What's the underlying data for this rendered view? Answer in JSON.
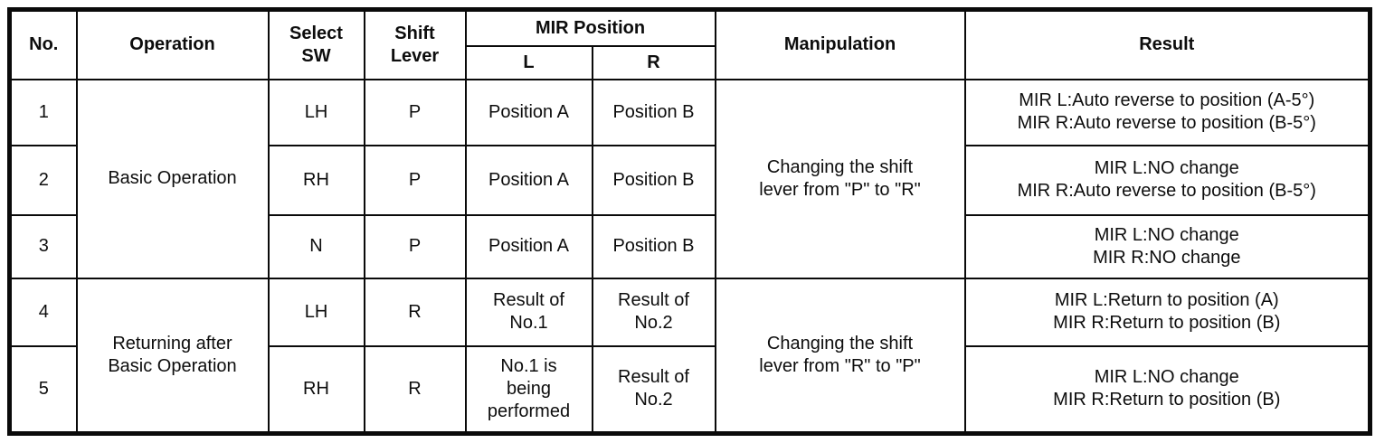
{
  "table": {
    "title_semantic": "MIR auto reverse operation table",
    "headers": {
      "no": "No.",
      "operation": "Operation",
      "select_sw": "Select\nSW",
      "shift_lever": "Shift\nLever",
      "mir_position": "MIR Position",
      "mir_l": "L",
      "mir_r": "R",
      "manipulation": "Manipulation",
      "result": "Result"
    },
    "groups": [
      {
        "operation": "Basic Operation",
        "manipulation": "Changing the shift\nlever from \"P\" to \"R\""
      },
      {
        "operation": "Returning after\nBasic Operation",
        "manipulation": "Changing the shift\nlever from \"R\" to \"P\""
      }
    ],
    "rows": [
      {
        "no": "1",
        "select_sw": "LH",
        "shift_lever": "P",
        "mir_l": "Position A",
        "mir_r": "Position B",
        "result": "MIR L:Auto reverse to position (A-5°)\nMIR R:Auto reverse to position (B-5°)"
      },
      {
        "no": "2",
        "select_sw": "RH",
        "shift_lever": "P",
        "mir_l": "Position A",
        "mir_r": "Position B",
        "result": "MIR L:NO change\nMIR R:Auto reverse to position (B-5°)"
      },
      {
        "no": "3",
        "select_sw": "N",
        "shift_lever": "P",
        "mir_l": "Position A",
        "mir_r": "Position B",
        "result": "MIR L:NO change\nMIR R:NO change"
      },
      {
        "no": "4",
        "select_sw": "LH",
        "shift_lever": "R",
        "mir_l": "Result of\nNo.1",
        "mir_r": "Result of\nNo.2",
        "result": "MIR L:Return to position (A)\nMIR R:Return to position (B)"
      },
      {
        "no": "5",
        "select_sw": "RH",
        "shift_lever": "R",
        "mir_l": "No.1 is\nbeing\nperformed",
        "mir_r": "Result of\nNo.2",
        "result": "MIR L:NO change\nMIR R:Return to position (B)"
      }
    ],
    "colors": {
      "border": "#0a0a0a",
      "background": "#ffffff",
      "text": "#0d0d0d"
    }
  }
}
